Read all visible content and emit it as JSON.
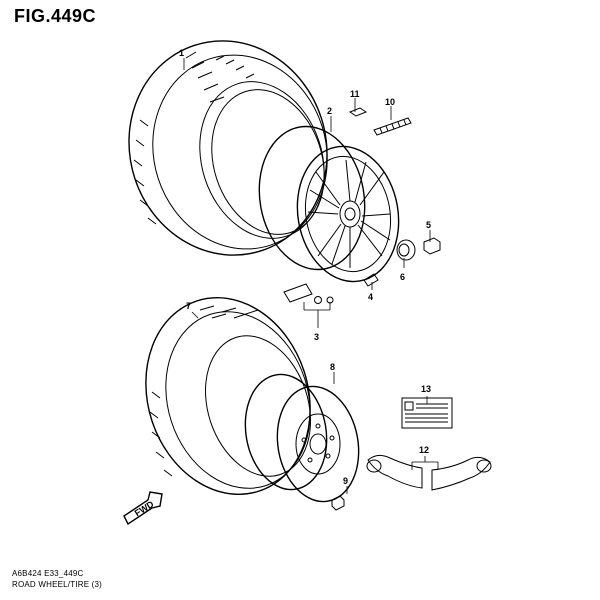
{
  "figure": {
    "title": "FIG.449C"
  },
  "callouts": {
    "c1": "1",
    "c2": "2",
    "c3": "3",
    "c4": "4",
    "c5": "5",
    "c6": "6",
    "c7": "7",
    "c8": "8",
    "c9": "9",
    "c10": "10",
    "c11": "11",
    "c12": "12",
    "c13": "13"
  },
  "fwd_label": "FWD",
  "footer": {
    "code": "A6B424 E33_449C",
    "caption": "ROAD WHEEL/TIRE (3)"
  }
}
